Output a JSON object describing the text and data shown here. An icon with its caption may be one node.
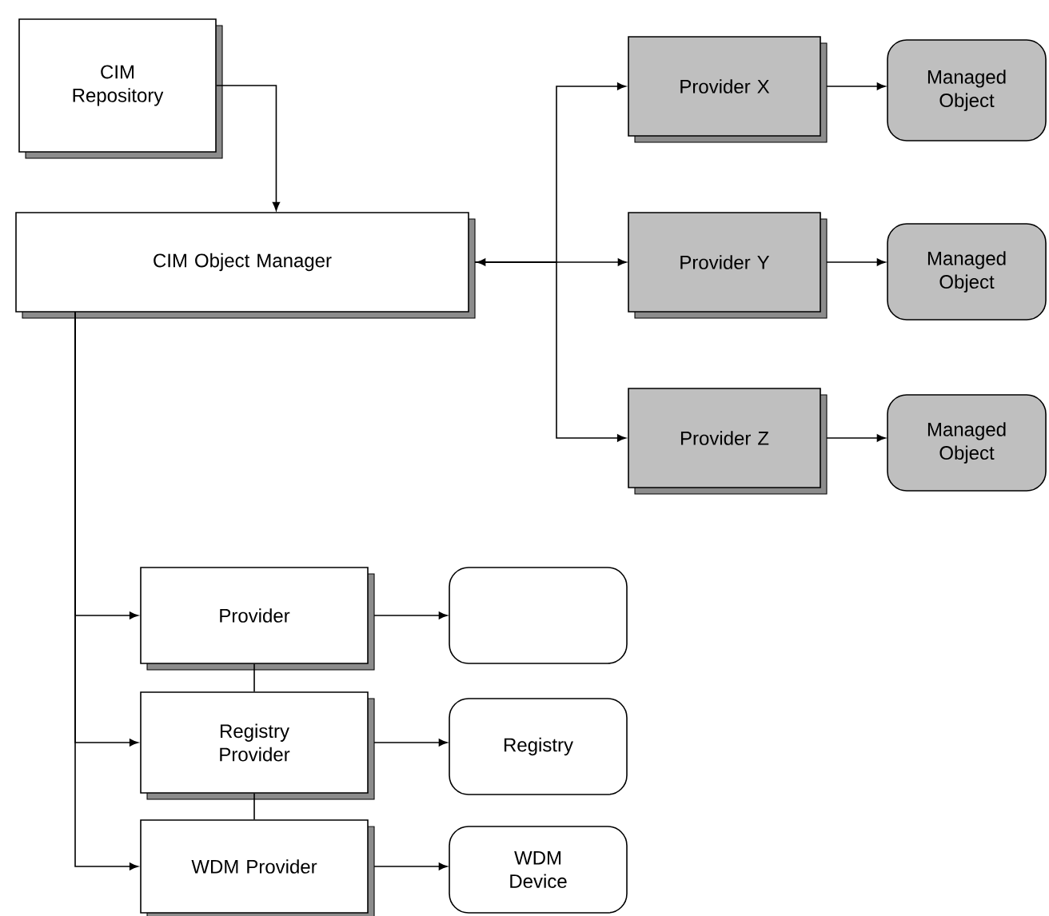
{
  "diagram": {
    "nodes": [
      {
        "text": [
          "CIM Repository"
        ]
      },
      {
        "text": [
          "CIM Object Manager"
        ]
      },
      {
        "text": [
          "Provider X"
        ]
      },
      {
        "text": [
          "Managed Object"
        ]
      },
      {
        "text": [
          "Provider Y"
        ]
      },
      {
        "text": [
          "Managed Object"
        ]
      },
      {
        "text": [
          "Provider Z"
        ]
      },
      {
        "text": [
          "Managed Object"
        ]
      },
      {
        "text": [
          "Provider"
        ]
      },
      {
        "text": [],
        "shape": "box"
      },
      {
        "text": [
          "Registry Provider"
        ]
      },
      {
        "text": [
          "Registry"
        ]
      },
      {
        "text": [
          "WDM Provider"
        ]
      },
      {
        "text": [
          "WDM Device"
        ]
      }
    ],
    "edges": [
      {
        "from": 0,
        "to": 1,
        "arrow": "to"
      },
      {
        "from": 1,
        "to": 2,
        "arrow": "to"
      },
      {
        "from": 1,
        "to": 4,
        "arrow": "both"
      },
      {
        "from": 1,
        "to": 6,
        "arrow": "to"
      },
      {
        "from": 2,
        "to": 3,
        "arrow": "to"
      },
      {
        "from": 4,
        "to": 5,
        "arrow": "to"
      },
      {
        "from": 6,
        "to": 7,
        "arrow": "to"
      },
      {
        "from": 1,
        "to": 8,
        "arrow": "to"
      },
      {
        "from": 1,
        "to": 10,
        "arrow": "to"
      },
      {
        "from": 1,
        "to": 12,
        "arrow": "to"
      },
      {
        "from": 8,
        "to": 9,
        "arrow": "to"
      },
      {
        "from": 10,
        "to": 11,
        "arrow": "to"
      },
      {
        "from": 12,
        "to": 13,
        "arrow": "to"
      },
      {
        "from": 8,
        "to": 10,
        "arrow": "none"
      },
      {
        "from": 10,
        "to": 12,
        "arrow": "none"
      }
    ]
  }
}
